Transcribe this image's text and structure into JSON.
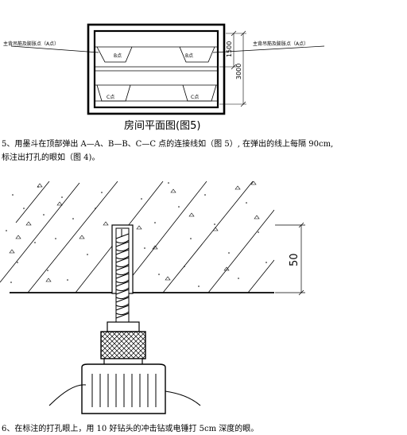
{
  "figure5": {
    "left_note": "主背吊筋及膨胀点（A点）",
    "right_note": "主背吊筋及膨胀点（A点）",
    "b_label_left": "B点",
    "b_label_right": "B点",
    "c_label_left": "C点",
    "c_label_right": "C点",
    "dim_1500": "1500",
    "dim_3000": "3000",
    "caption": "房间平面图(图5)"
  },
  "step5": {
    "line1": "5、用墨斗在顶部弹出 A—A、B—B、C—C 点的连接线如（图 5）, 在弹出的线上每隔 90cm,",
    "line2": "标注出打孔的眼如（图 4)。"
  },
  "figure4": {
    "dim_50": "50"
  },
  "step6": {
    "line1": "6、在标注的打孔眼上，用 10 好钻头的冲击钻或电锤打 5cm 深度的眼。"
  }
}
